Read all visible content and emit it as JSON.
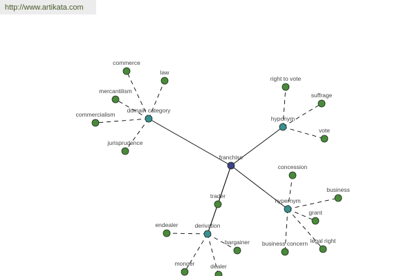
{
  "watermark": "http://www.artikata.com",
  "colors": {
    "root": "#3f3f85",
    "relation": "#3a8f92",
    "leaf": "#4a8a3a",
    "edge": "#000000"
  },
  "root": {
    "id": "franchise",
    "label": "franchise"
  },
  "relations": [
    {
      "id": "domain",
      "label": "domain category"
    },
    {
      "id": "hyponym",
      "label": "hyponym"
    },
    {
      "id": "hypernym",
      "label": "hypernym"
    },
    {
      "id": "derivation",
      "label": "derivation"
    }
  ],
  "leaves": [
    {
      "id": "commerce",
      "label": "commerce",
      "parent": "domain"
    },
    {
      "id": "law",
      "label": "law",
      "parent": "domain"
    },
    {
      "id": "mercantilism",
      "label": "mercantilism",
      "parent": "domain"
    },
    {
      "id": "commercialism",
      "label": "commercialism",
      "parent": "domain"
    },
    {
      "id": "jurisprudence",
      "label": "jurisprudence",
      "parent": "domain"
    },
    {
      "id": "righttovote",
      "label": "right to vote",
      "parent": "hyponym"
    },
    {
      "id": "suffrage",
      "label": "suffrage",
      "parent": "hyponym"
    },
    {
      "id": "vote",
      "label": "vote",
      "parent": "hyponym"
    },
    {
      "id": "concession",
      "label": "concession",
      "parent": "hypernym"
    },
    {
      "id": "business",
      "label": "business",
      "parent": "hypernym"
    },
    {
      "id": "grant",
      "label": "grant",
      "parent": "hypernym"
    },
    {
      "id": "legalright",
      "label": "legal right",
      "parent": "hypernym"
    },
    {
      "id": "businessconcern",
      "label": "business concern",
      "parent": "hypernym"
    },
    {
      "id": "trader",
      "label": "trader",
      "parent": "derivation",
      "solid": true
    },
    {
      "id": "endealer",
      "label": "endealer",
      "parent": "derivation"
    },
    {
      "id": "bargainer",
      "label": "bargainer",
      "parent": "derivation"
    },
    {
      "id": "monger",
      "label": "monger",
      "parent": "derivation"
    },
    {
      "id": "dealer",
      "label": "dealer",
      "parent": "derivation"
    }
  ]
}
